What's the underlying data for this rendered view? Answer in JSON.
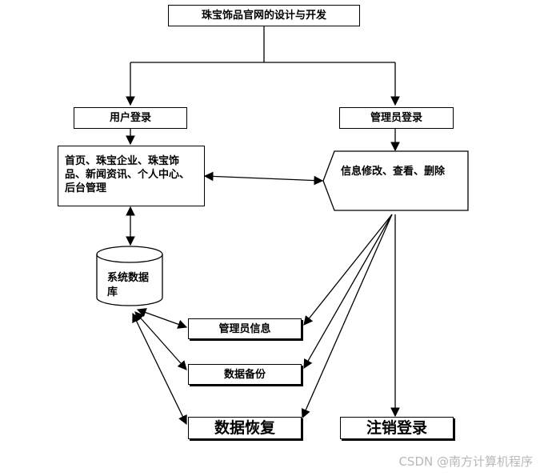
{
  "nodes": {
    "title": "珠宝饰品官网的设计与开发",
    "user_login": "用户登录",
    "admin_login": "管理员登录",
    "user_features": "首页、珠宝企业、珠宝饰品、新闻资讯、个人中心、后台管理",
    "admin_features": "信息修改、查看、删除",
    "database": "系统数据库",
    "admin_info": "管理员信息",
    "data_backup": "数据备份",
    "data_restore": "数据恢复",
    "logout": "注销登录"
  },
  "watermark": "CSDN @南方计算机程序"
}
